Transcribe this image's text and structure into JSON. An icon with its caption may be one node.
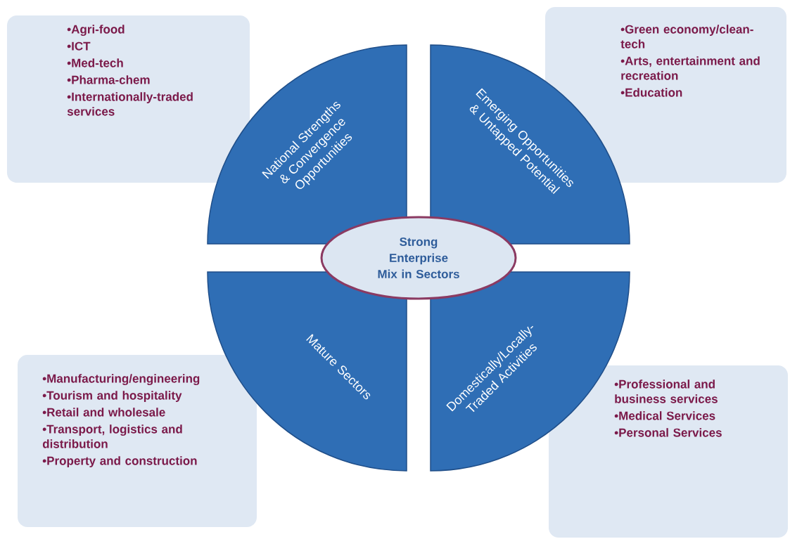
{
  "diagram": {
    "nodes": [
      {
        "text": [
          "National Strengths & Convergence Opportunities"
        ]
      },
      {
        "text": [
          "Emerging Opportunities & Untapped Potential"
        ]
      },
      {
        "text": [
          "Mature Sectors"
        ]
      },
      {
        "text": [
          "Domestically/Locally-Traded Activities"
        ]
      },
      {
        "text": [
          "Strong Enterprise Mix in Sectors"
        ]
      },
      {
        "text": [
          "•Agri-food",
          "•ICT",
          "•Med-tech",
          "•Pharma-chem",
          "•Internationally-traded services"
        ]
      },
      {
        "text": [
          "•Green economy/clean-tech",
          "•Arts, entertainment and recreation",
          "•Education"
        ]
      },
      {
        "text": [
          "•Manufacturing/engineering",
          "•Tourism and hospitality",
          "•Retail and wholesale",
          "•Transport, logistics and distribution",
          "•Property and construction"
        ]
      },
      {
        "text": [
          "•Professional and business services",
          "•Medical Services",
          "•Personal Services"
        ]
      }
    ]
  }
}
